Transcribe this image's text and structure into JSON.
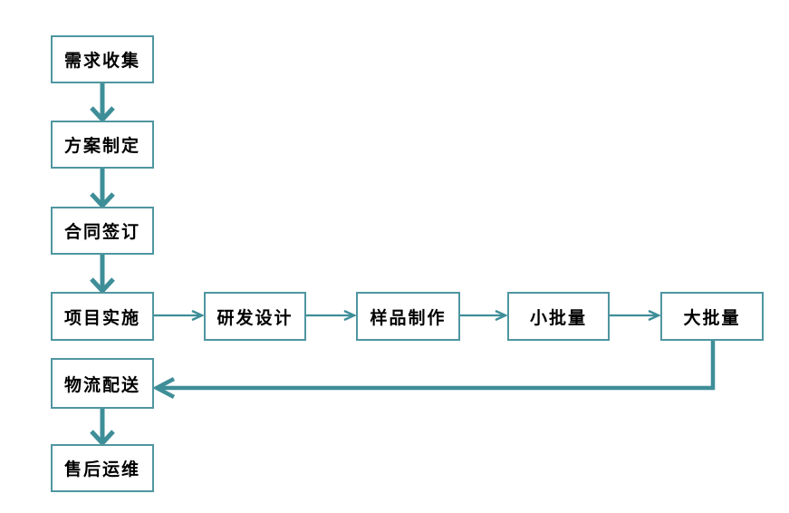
{
  "diagram": {
    "type": "flowchart",
    "colors": {
      "box_border": "#4f96a0",
      "box_fill": "#ffffff",
      "arrow": "#3e8e98",
      "text": "#000000",
      "background": "#ffffff"
    },
    "nodes": [
      {
        "id": "requirements",
        "label": "需求收集"
      },
      {
        "id": "plan",
        "label": "方案制定"
      },
      {
        "id": "contract",
        "label": "合同签订"
      },
      {
        "id": "implementation",
        "label": "项目实施"
      },
      {
        "id": "rnd-design",
        "label": "研发设计"
      },
      {
        "id": "sample-making",
        "label": "样品制作"
      },
      {
        "id": "small-batch",
        "label": "小批量"
      },
      {
        "id": "large-batch",
        "label": "大批量"
      },
      {
        "id": "logistics",
        "label": "物流配送"
      },
      {
        "id": "after-sales",
        "label": "售后运维"
      }
    ],
    "edges": [
      {
        "from": "需求收集",
        "to": "方案制定",
        "style": "thick-down"
      },
      {
        "from": "方案制定",
        "to": "合同签订",
        "style": "thick-down"
      },
      {
        "from": "合同签订",
        "to": "项目实施",
        "style": "thick-down"
      },
      {
        "from": "项目实施",
        "to": "研发设计",
        "style": "thin-right"
      },
      {
        "from": "研发设计",
        "to": "样品制作",
        "style": "thin-right"
      },
      {
        "from": "样品制作",
        "to": "小批量",
        "style": "thin-right"
      },
      {
        "from": "小批量",
        "to": "大批量",
        "style": "thin-right"
      },
      {
        "from": "大批量",
        "to": "物流配送",
        "style": "elbow-down-left"
      },
      {
        "from": "物流配送",
        "to": "售后运维",
        "style": "thick-down"
      }
    ]
  }
}
